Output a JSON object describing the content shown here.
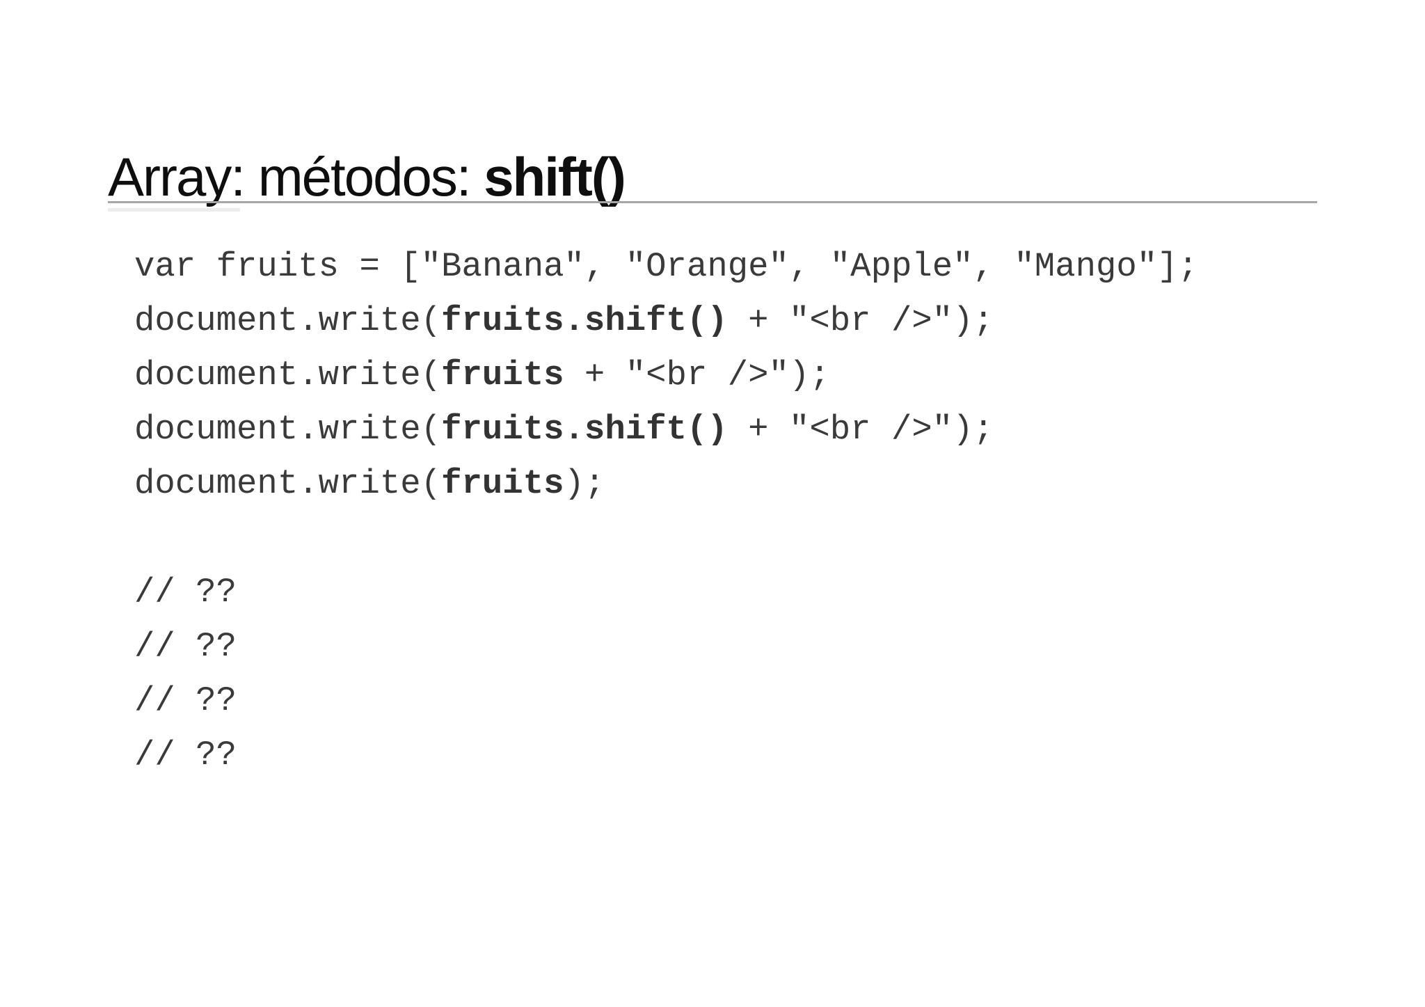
{
  "title": {
    "regular": "Array: métodos: ",
    "bold": "shift()"
  },
  "code": {
    "language": "javascript",
    "lines": [
      [
        {
          "t": "var fruits = [\"Banana\", \"Orange\", \"Apple\", \"Mango\"];",
          "b": false
        }
      ],
      [
        {
          "t": "document.write(",
          "b": false
        },
        {
          "t": "fruits.shift()",
          "b": true
        },
        {
          "t": " + \"<br />\");",
          "b": false
        }
      ],
      [
        {
          "t": "document.write(",
          "b": false
        },
        {
          "t": "fruits",
          "b": true
        },
        {
          "t": " + \"<br />\");",
          "b": false
        }
      ],
      [
        {
          "t": "document.write(",
          "b": false
        },
        {
          "t": "fruits.shift()",
          "b": true
        },
        {
          "t": " + \"<br />\");",
          "b": false
        }
      ],
      [
        {
          "t": "document.write(",
          "b": false
        },
        {
          "t": "fruits",
          "b": true
        },
        {
          "t": ");",
          "b": false
        }
      ],
      [],
      [
        {
          "t": "// ??",
          "b": false
        }
      ],
      [
        {
          "t": "// ??",
          "b": false
        }
      ],
      [
        {
          "t": "// ??",
          "b": false
        }
      ],
      [
        {
          "t": "// ??",
          "b": false
        }
      ]
    ]
  },
  "colors": {
    "background": "#ffffff",
    "title_text": "#0e0e0e",
    "code_text": "#3a3a3a",
    "divider": "#a6a6a6"
  }
}
